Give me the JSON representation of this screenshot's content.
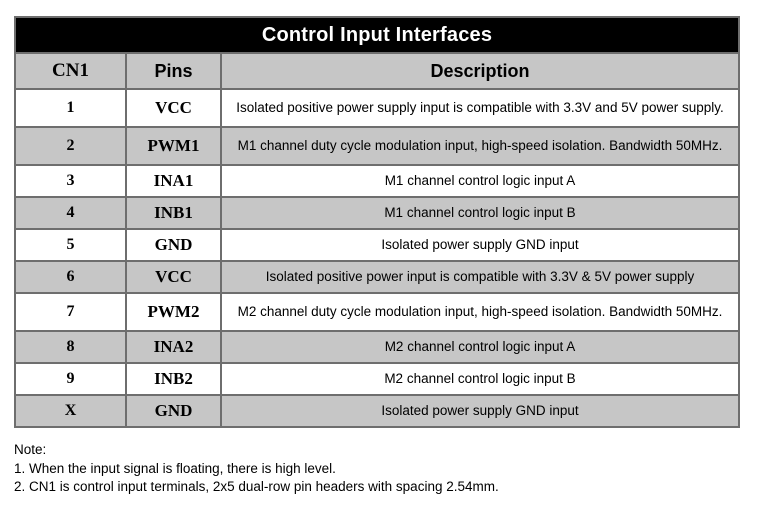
{
  "table": {
    "title": "Control Input Interfaces",
    "columns": [
      "CN1",
      "Pins",
      "Description"
    ],
    "rows": [
      {
        "cn1": "1",
        "pin": "VCC",
        "desc": "Isolated positive power supply input is compatible with 3.3V and 5V power supply.",
        "shade": "white",
        "lines": 2
      },
      {
        "cn1": "2",
        "pin": "PWM1",
        "desc": "M1 channel duty cycle modulation input, high-speed isolation. Bandwidth 50MHz.",
        "shade": "gray",
        "lines": 2
      },
      {
        "cn1": "3",
        "pin": "INA1",
        "desc": "M1 channel control logic input A",
        "shade": "white",
        "lines": 1
      },
      {
        "cn1": "4",
        "pin": "INB1",
        "desc": "M1 channel control logic input B",
        "shade": "gray",
        "lines": 1
      },
      {
        "cn1": "5",
        "pin": "GND",
        "desc": "Isolated power supply GND input",
        "shade": "white",
        "lines": 1
      },
      {
        "cn1": "6",
        "pin": "VCC",
        "desc": "Isolated positive power input is compatible with 3.3V & 5V power supply",
        "shade": "gray",
        "lines": 1
      },
      {
        "cn1": "7",
        "pin": "PWM2",
        "desc": "M2 channel duty cycle modulation input, high-speed isolation. Bandwidth 50MHz.",
        "shade": "white",
        "lines": 2
      },
      {
        "cn1": "8",
        "pin": "INA2",
        "desc": "M2 channel control logic input A",
        "shade": "gray",
        "lines": 1
      },
      {
        "cn1": "9",
        "pin": "INB2",
        "desc": "M2 channel control logic input B",
        "shade": "white",
        "lines": 1
      },
      {
        "cn1": "X",
        "pin": "GND",
        "desc": "Isolated power supply GND input",
        "shade": "gray",
        "lines": 1
      }
    ]
  },
  "notes": {
    "heading": "Note:",
    "items": [
      "1. When the input signal is floating, there is high level.",
      "2. CN1 is control input terminals, 2x5 dual-row pin headers with spacing 2.54mm."
    ]
  },
  "colors": {
    "title_bar_bg": "#000000",
    "title_bar_text": "#ffffff",
    "row_shade": "#c6c6c6",
    "row_plain": "#ffffff",
    "border": "#6e6e6e",
    "text": "#000000"
  }
}
